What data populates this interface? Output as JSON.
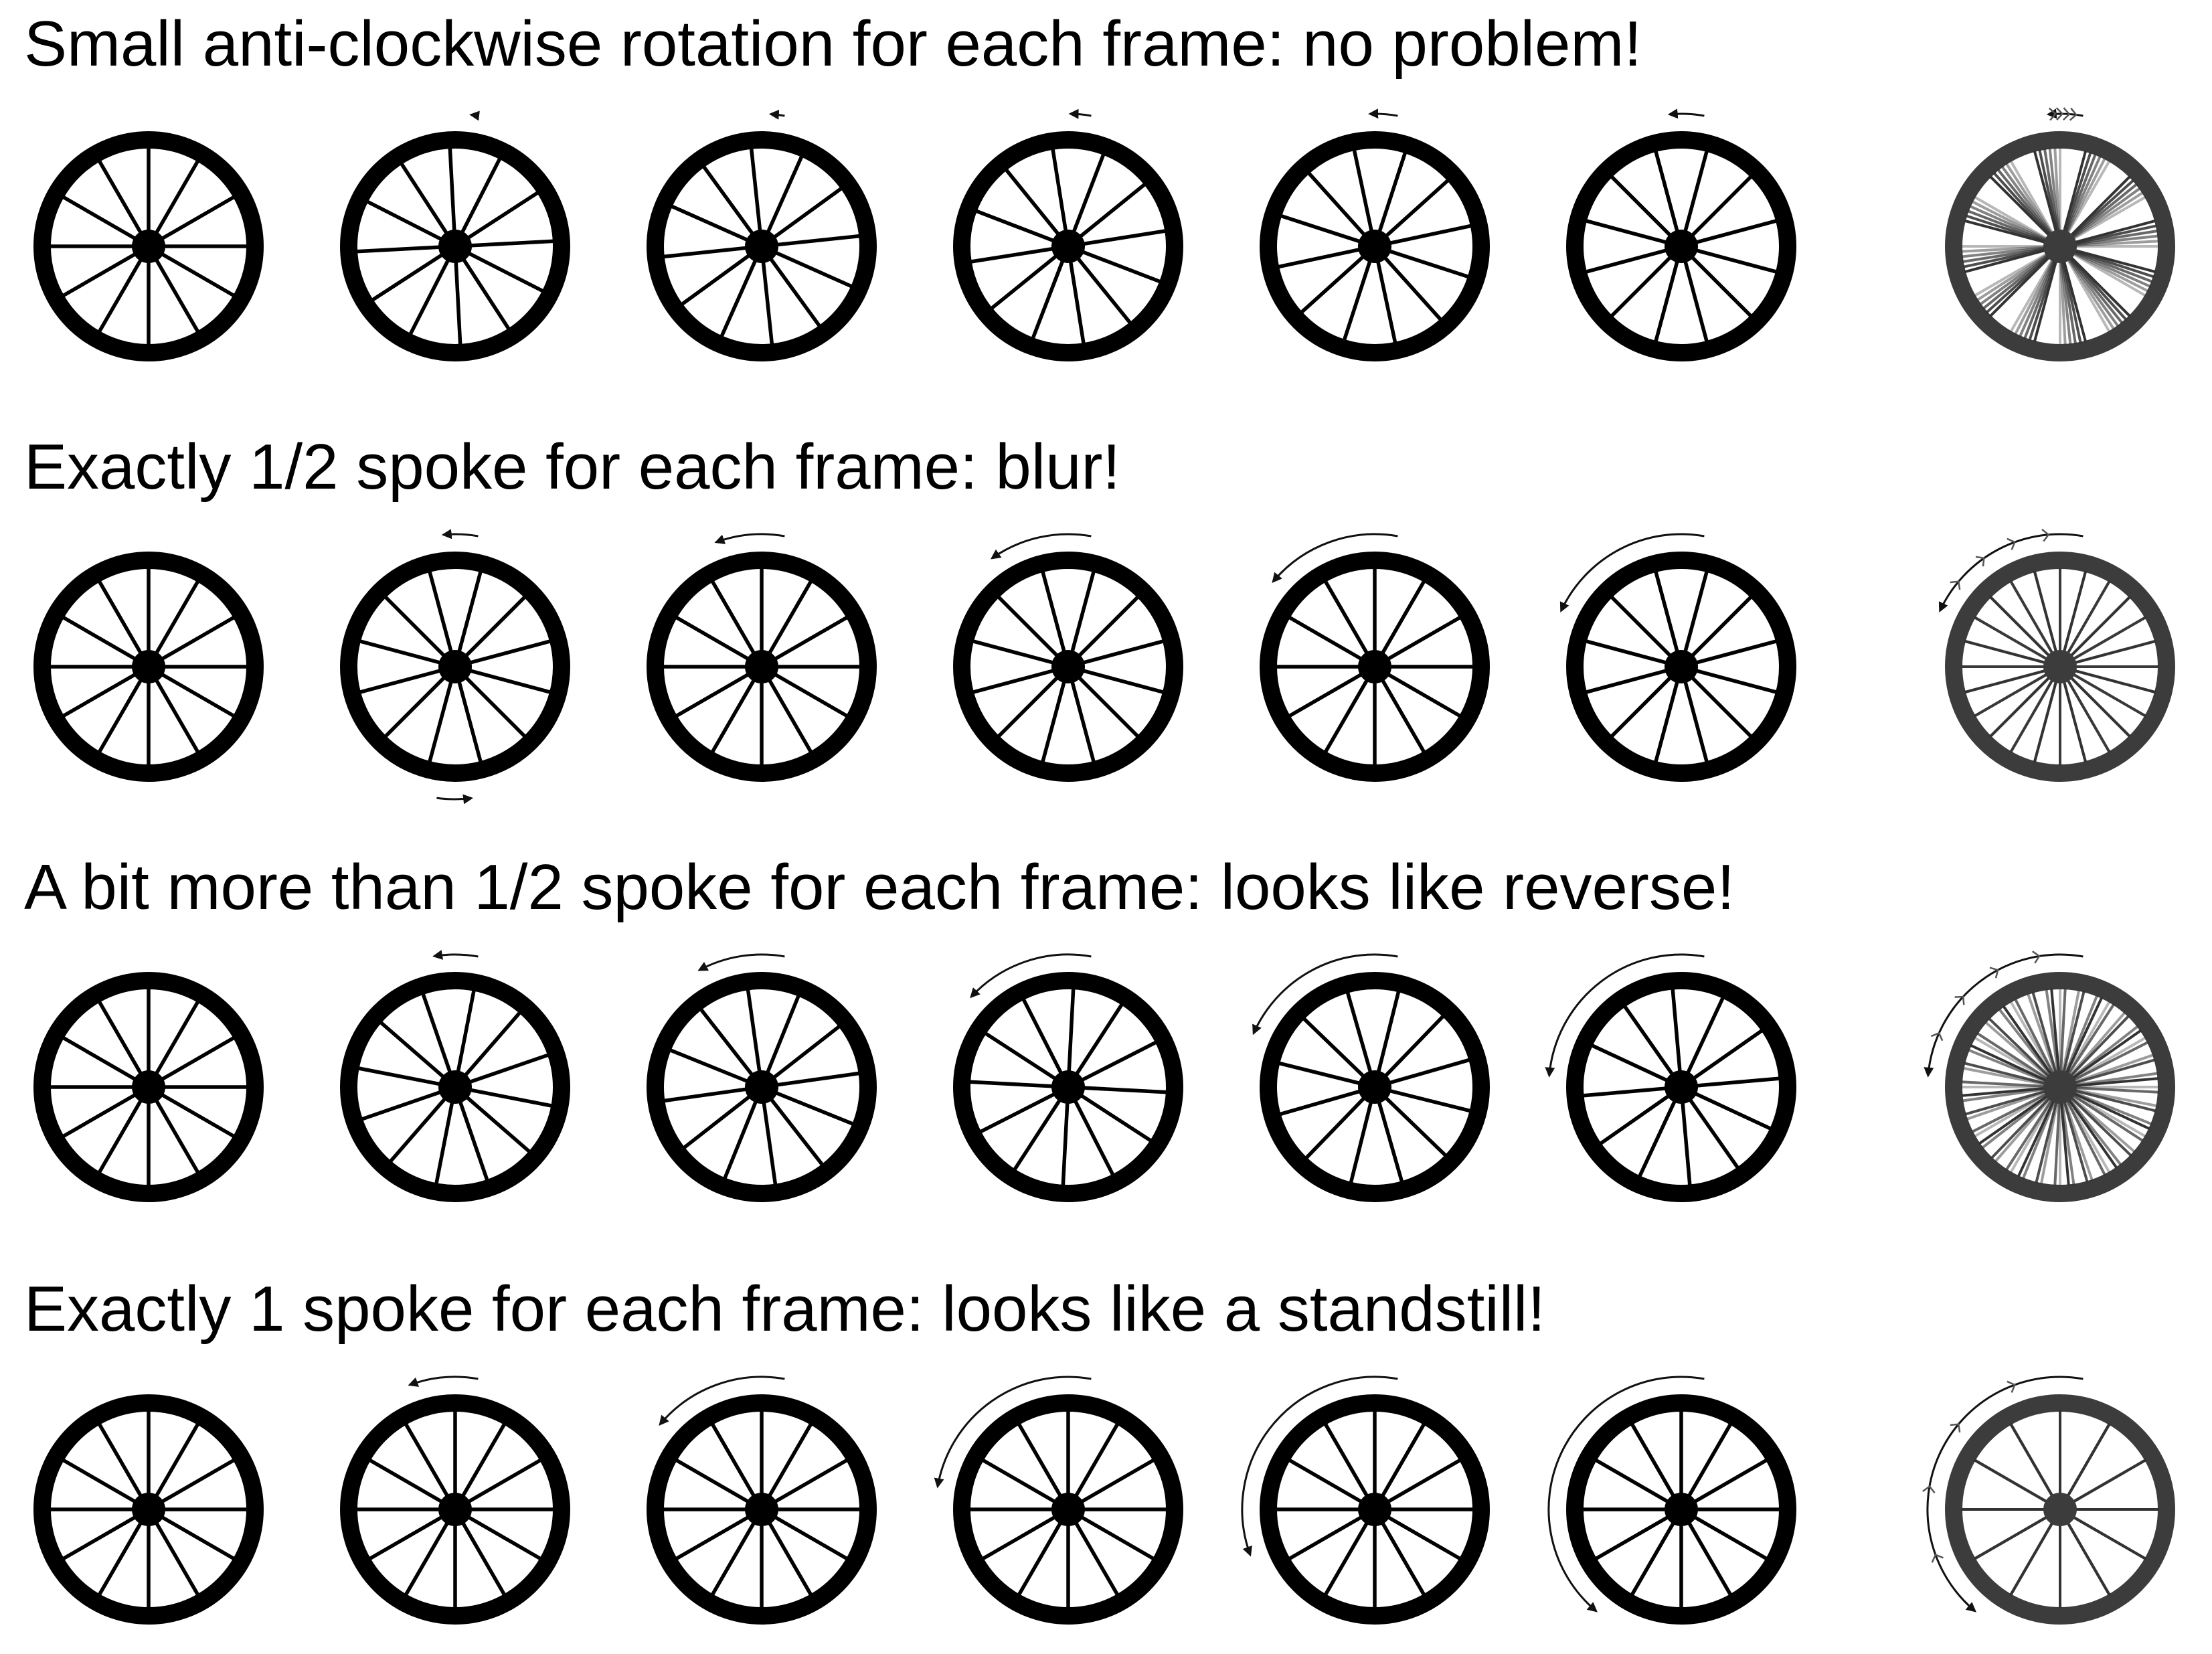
{
  "rows": [
    {
      "title": "Small anti-clockwise rotation for each frame: no problem!",
      "step_deg": 3
    },
    {
      "title": "Exactly 1/2 spoke for each frame: blur!",
      "step_deg": 15
    },
    {
      "title": "A bit more than 1/2 spoke for each frame: looks like reverse!",
      "step_deg": 19
    },
    {
      "title": "Exactly 1 spoke for each frame: looks like a standstill!",
      "step_deg": 30
    }
  ],
  "spokes_per_wheel": 12,
  "frames_per_row": 6,
  "colors": {
    "wheel": "#000000",
    "blur_wheel": "#3c3c3c",
    "blur_spoke": "#333333",
    "arrow": "#111111",
    "background": "#ffffff"
  }
}
